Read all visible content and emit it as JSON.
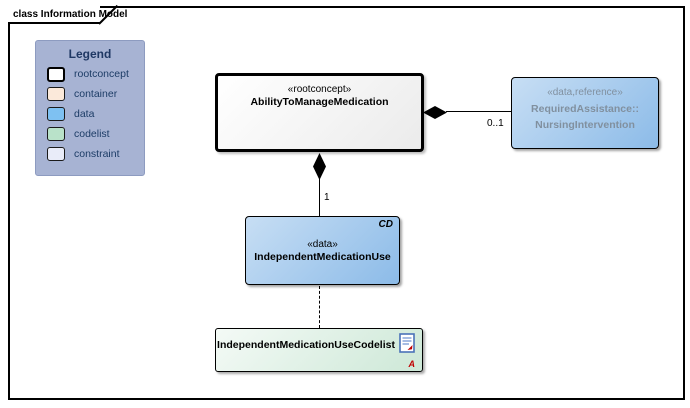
{
  "frame": {
    "tab_label": "class Information Model"
  },
  "legend": {
    "title": "Legend",
    "background": "#a7b3d3",
    "items": [
      {
        "label": "rootconcept",
        "swatch_color": "#ffffff"
      },
      {
        "label": "container",
        "swatch_color": "#fbe9da"
      },
      {
        "label": "data",
        "swatch_color": "#7ec1f2"
      },
      {
        "label": "codelist",
        "swatch_color": "#b9e2c9"
      },
      {
        "label": "constraint",
        "swatch_color": "#e9ecf9"
      }
    ]
  },
  "nodes": {
    "ability": {
      "stereotype": "«rootconcept»",
      "name": "AbilityToManageMedication"
    },
    "required": {
      "stereotype": "«data,reference»",
      "name_line1": "RequiredAssistance::",
      "name_line2": "NursingIntervention",
      "text_color": "#81909f"
    },
    "independent": {
      "stereotype": "«data»",
      "name": "IndependentMedicationUse",
      "badge": "CD"
    },
    "codelist": {
      "name": "IndependentMedicationUseCodelist",
      "marker": "A",
      "marker_color": "#c00000"
    }
  },
  "connectors": {
    "ability_required": {
      "type": "composition",
      "multiplicity": "0..1"
    },
    "ability_independent": {
      "type": "composition",
      "multiplicity": "1"
    },
    "independent_codelist": {
      "type": "dependency-dashed"
    }
  },
  "colors": {
    "node_blue_light": "#c7def4",
    "node_blue_dark": "#8cbbe8",
    "node_green_light": "#f4faf6",
    "node_green_dark": "#cde8d7",
    "legend_title": "#1f3864",
    "border": "#000000"
  }
}
